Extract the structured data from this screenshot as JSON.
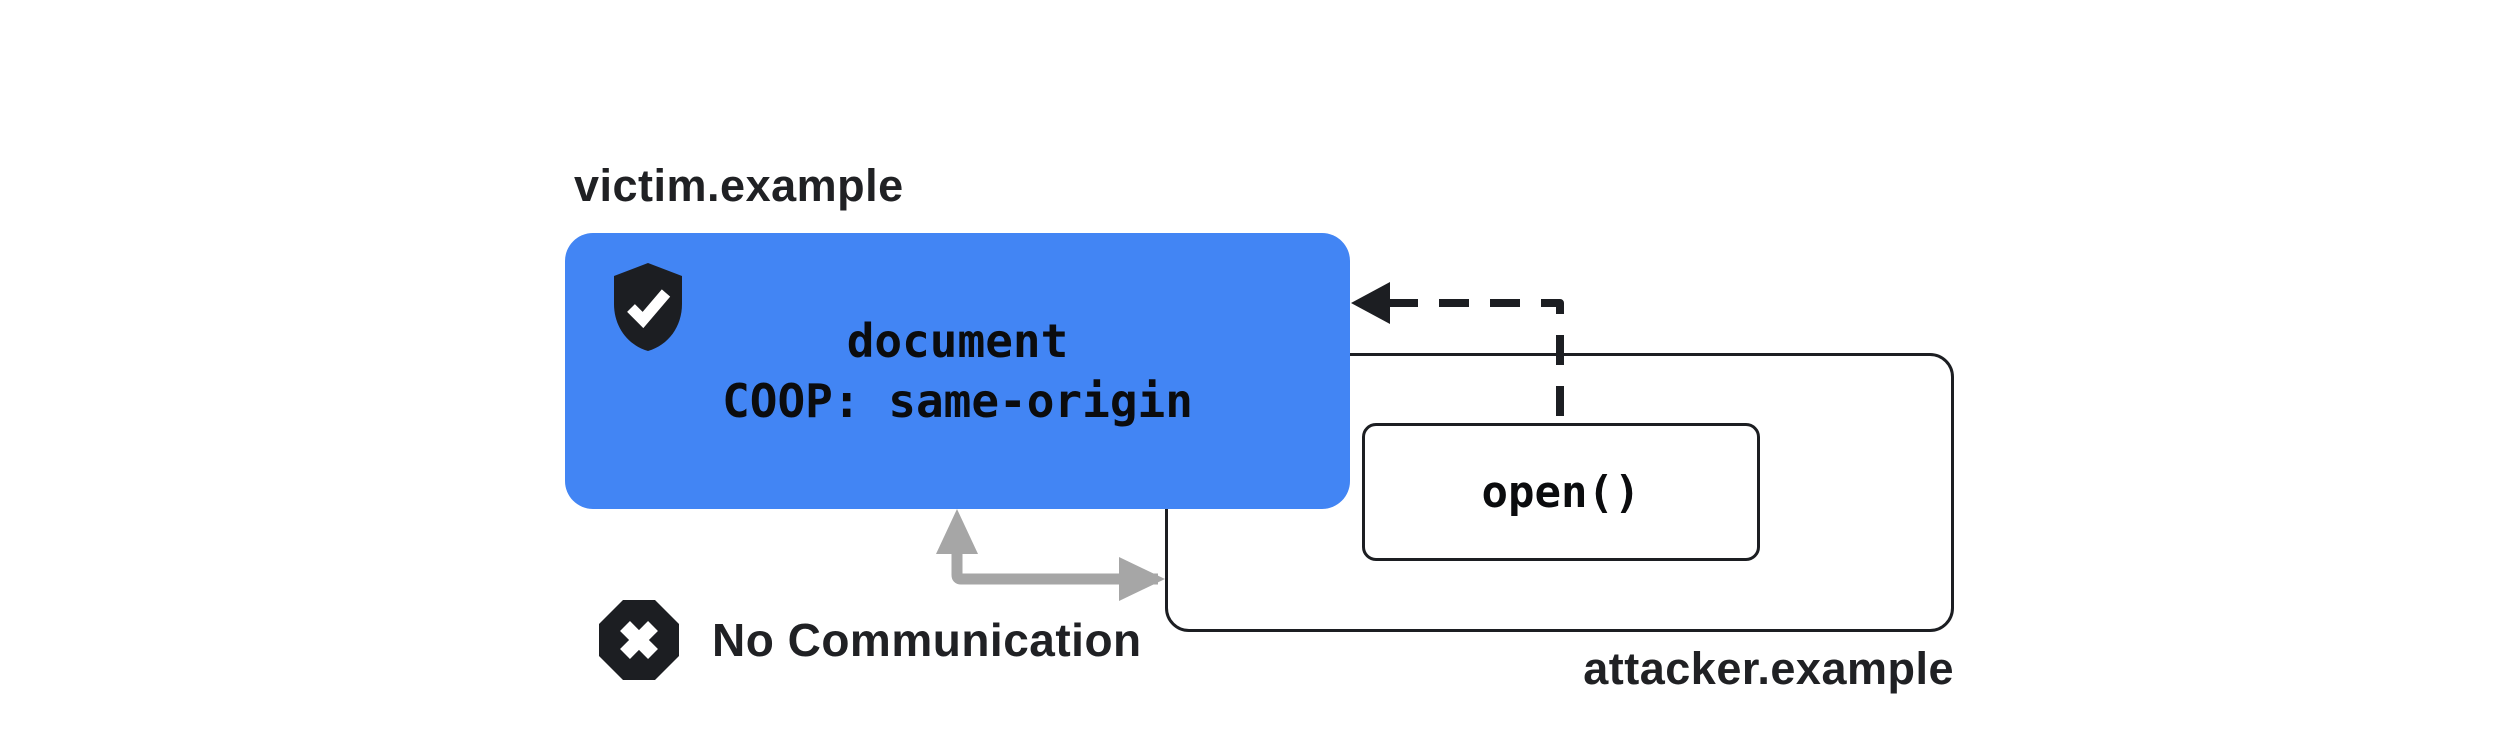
{
  "colors": {
    "blue": "#4285f4",
    "ink": "#1c1e22",
    "label": "#202124",
    "gray": "#a6a6a6",
    "box-text": "#0b0c0e",
    "white": "#ffffff"
  },
  "victim": {
    "domain_label": "victim.example",
    "document": {
      "line1": "document",
      "line2": "COOP: same-origin"
    },
    "icon": "shield-check"
  },
  "attacker": {
    "domain_label": "attacker.example",
    "open_call_label": "open()"
  },
  "annotation": {
    "no_communication_label": "No Communication",
    "icon": "octagon-x"
  },
  "arrows": {
    "dashed_open_arrow": "from open() box up and left into victim document (blocked opener reference)",
    "gray_arrow": "bent arrow between victim document and attacker window"
  }
}
